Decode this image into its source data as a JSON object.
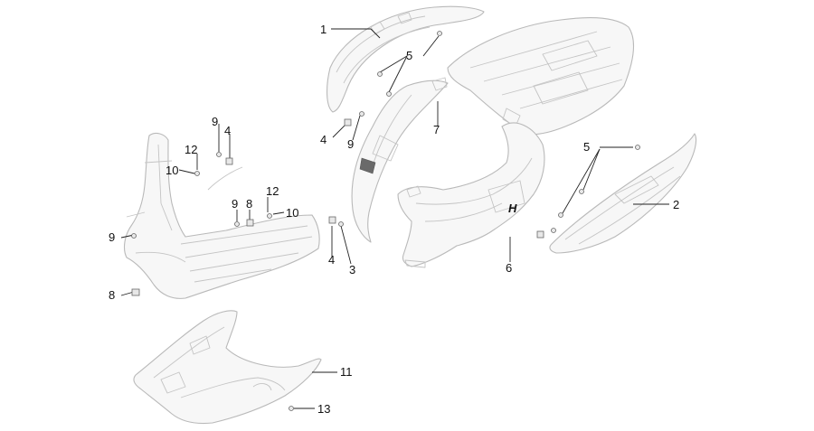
{
  "callouts": [
    {
      "id": "c1",
      "label": "1"
    },
    {
      "id": "c2",
      "label": "2"
    },
    {
      "id": "c3",
      "label": "3"
    },
    {
      "id": "c4a",
      "label": "4"
    },
    {
      "id": "c4b",
      "label": "4"
    },
    {
      "id": "c4c",
      "label": "4"
    },
    {
      "id": "c5a",
      "label": "5"
    },
    {
      "id": "c5b",
      "label": "5"
    },
    {
      "id": "c6",
      "label": "6"
    },
    {
      "id": "c7",
      "label": "7"
    },
    {
      "id": "c8a",
      "label": "8"
    },
    {
      "id": "c8b",
      "label": "8"
    },
    {
      "id": "c9a",
      "label": "9"
    },
    {
      "id": "c9b",
      "label": "9"
    },
    {
      "id": "c9c",
      "label": "9"
    },
    {
      "id": "c9d",
      "label": "9"
    },
    {
      "id": "c10a",
      "label": "10"
    },
    {
      "id": "c10b",
      "label": "10"
    },
    {
      "id": "c11",
      "label": "11"
    },
    {
      "id": "c12a",
      "label": "12"
    },
    {
      "id": "c12b",
      "label": "12"
    },
    {
      "id": "c13",
      "label": "13"
    }
  ],
  "logo": {
    "letter": "H"
  }
}
